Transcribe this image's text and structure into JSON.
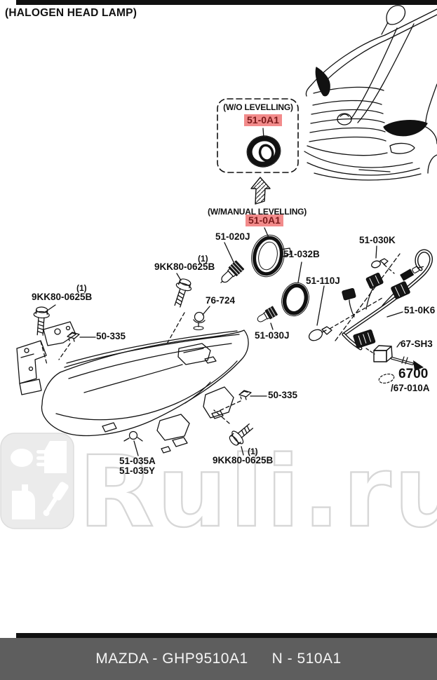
{
  "header": {
    "title": "(HALOGEN HEAD LAMP)"
  },
  "levelling": {
    "without": {
      "caption": "(W/O LEVELLING)",
      "part": "51-0A1"
    },
    "manual": {
      "caption": "(W/MANUAL LEVELLING)",
      "part": "51-0A1"
    }
  },
  "parts": {
    "qty_one": "(1)",
    "p9kk80": "9KK80-0625B",
    "p51_020j": "51-020J",
    "p76_724": "76-724",
    "p51_032b": "51-032B",
    "p51_110j": "51-110J",
    "p51_030k": "51-030K",
    "p51_030j": "51-030J",
    "p51_0k6": "51-0K6",
    "p67_sh3": "67-SH3",
    "p6700": "6700",
    "p67_010a": "/67-010A",
    "p50_335": "50-335",
    "p51_035a": "51-035A",
    "p51_035y": "51-035Y"
  },
  "watermark": {
    "text": "Ruli.ru"
  },
  "footer": {
    "brand_code": "MAZDA - GHP9510A1",
    "ref_code": "N - 510A1"
  },
  "colors": {
    "highlight_bg": "#f28b8b",
    "highlight_text": "#7a1a1a",
    "footer_bg": "#5e5e5e",
    "footer_text": "#f5f5f5",
    "watermark_outline": "#d7d7d7",
    "line_art": "#111111"
  }
}
